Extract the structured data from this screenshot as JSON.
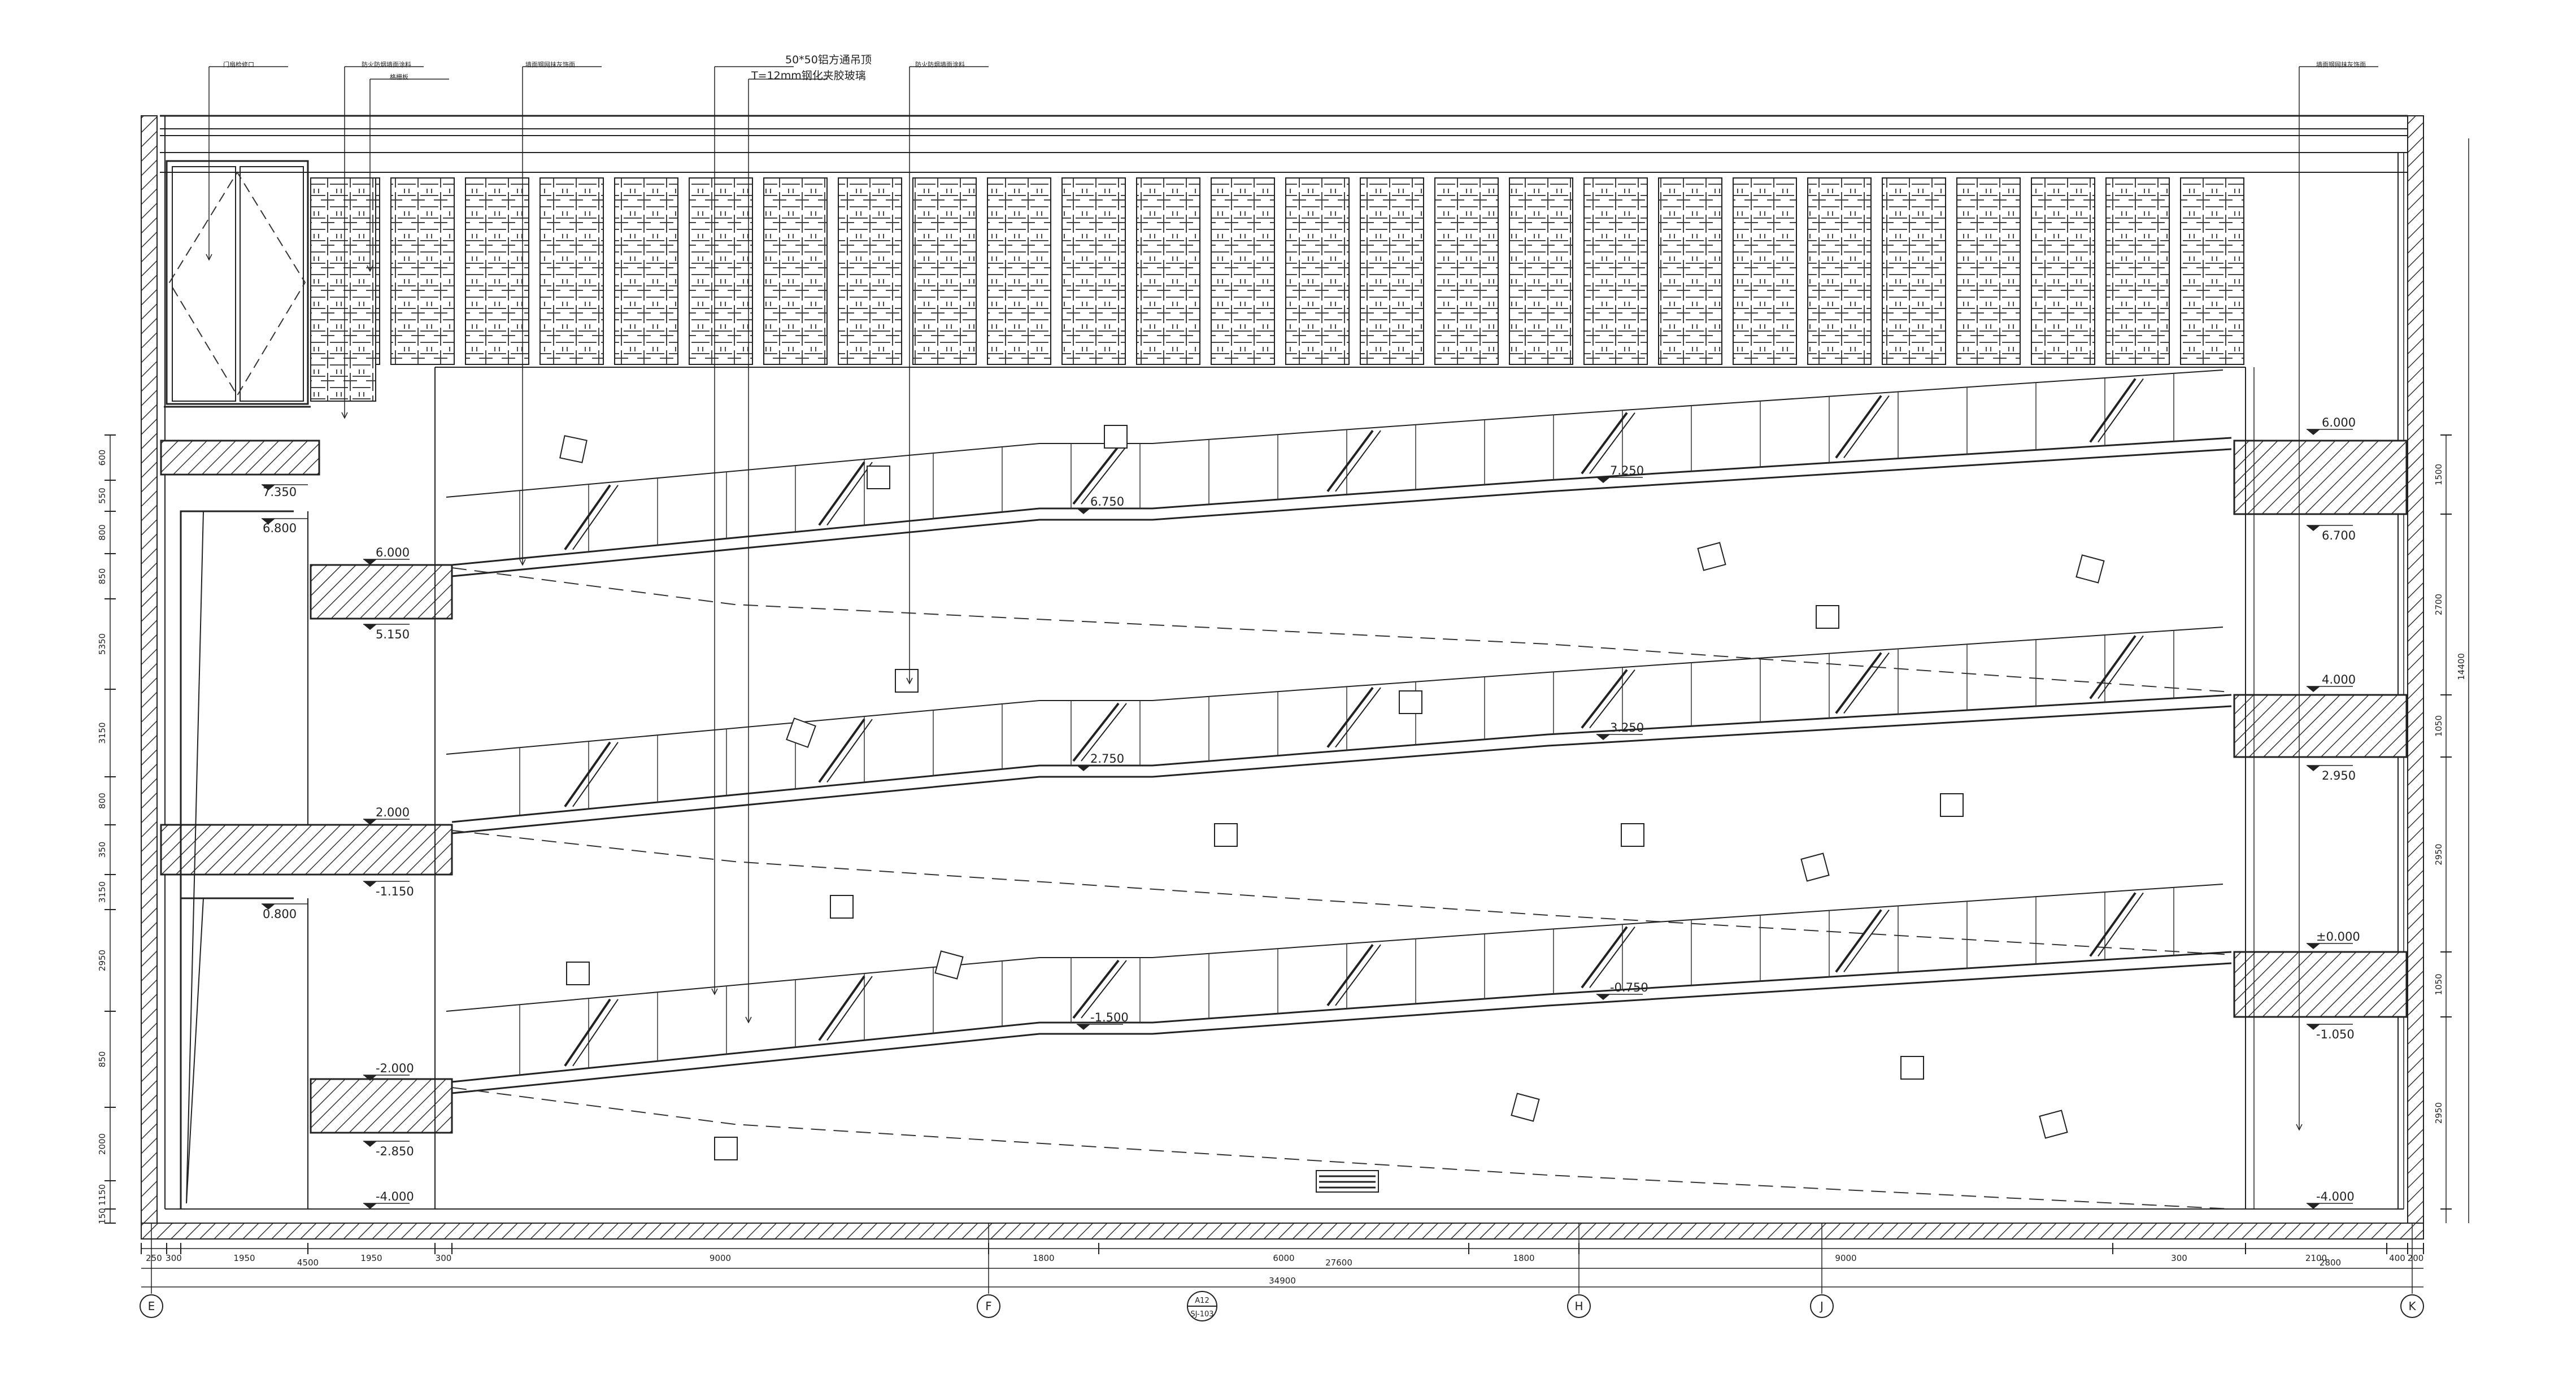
{
  "drawing": {
    "callouts": [
      "门扇检修口",
      "防火防烟墙面涂料",
      "格栅板",
      "墙面钢网抹灰饰面",
      "50*50铝方通吊顶",
      "T=12mm钢化夹胶玻璃",
      "防火防烟墙面涂料",
      "墙面钢网抹灰饰面"
    ],
    "elevations": {
      "left": [
        "7.350",
        "6.800",
        "6.000",
        "5.150",
        "2.000",
        "-1.150",
        "0.800",
        "-2.000",
        "-2.850",
        "-4.000"
      ],
      "right": [
        "6.000",
        "6.700",
        "4.000",
        "2.950",
        "±0.000",
        "-1.050",
        "-4.000"
      ],
      "escalator": [
        "6.750",
        "7.250",
        "2.750",
        "3.250",
        "-1.500",
        "-0.750"
      ]
    },
    "dims_left": [
      "600",
      "550",
      "800",
      "850",
      "5350",
      "3150",
      "800",
      "350",
      "3150",
      "2950",
      "850",
      "2000",
      "1150",
      "150"
    ],
    "dims_right": [
      "1500",
      "2700",
      "1050",
      "2950",
      "1050",
      "2950",
      "14400"
    ],
    "dims_bottom": [
      "250",
      "300",
      "1950",
      "1950",
      "300",
      "9000",
      "1800",
      "6000",
      "1800",
      "9000",
      "300",
      "2100",
      "400",
      "200"
    ],
    "dims_bottom_totals": [
      "4500",
      "27600",
      "2800",
      "34900"
    ],
    "axes": [
      "E",
      "F",
      "H",
      "J",
      "K"
    ],
    "section_marker": {
      "num": "A12",
      "sheet": "SJ-103"
    }
  }
}
